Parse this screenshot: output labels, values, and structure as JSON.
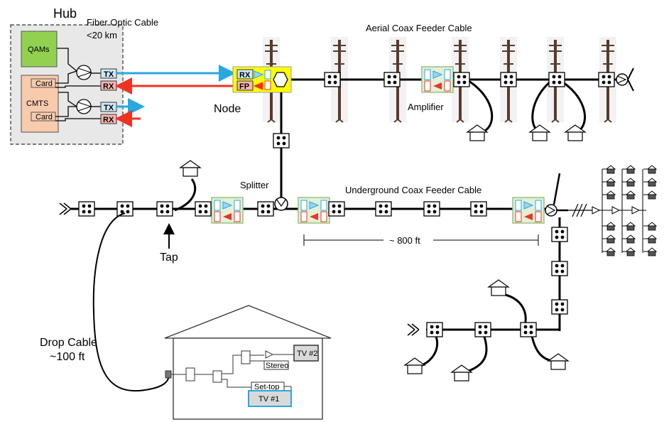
{
  "hub": {
    "title": "Hub",
    "fiber_label_line1": "Fiber Optic Cable",
    "fiber_label_line2": "<20 km",
    "qams": "QAMs",
    "cmts": "CMTS",
    "card1": "Card",
    "card2": "Card",
    "tx1": "TX",
    "rx1": "RX",
    "tx2": "TX",
    "rx2": "RX"
  },
  "node": {
    "label": "Node",
    "rx": "RX",
    "fp": "FP"
  },
  "labels": {
    "aerial": "Aerial Coax Feeder Cable",
    "amplifier": "Amplifier",
    "splitter": "Splitter",
    "underground": "Underground Coax Feeder Cable",
    "distance": "~ 800 ft",
    "tap": "Tap",
    "drop_line1": "Drop Cable",
    "drop_line2": "~100 ft"
  },
  "home": {
    "tv2": "TV #2",
    "stereo": "Stereo",
    "settop": "Set-top",
    "tv1": "TV #1"
  },
  "colors": {
    "tx_blue": "#29a8e0",
    "rx_red": "#ee3322",
    "qam_green": "#92d050",
    "cmts_orange": "#f8cbad",
    "node_yellow": "#ffff00",
    "amp_green": "#e2efd9",
    "pole_brown": "#5a3a2a"
  }
}
